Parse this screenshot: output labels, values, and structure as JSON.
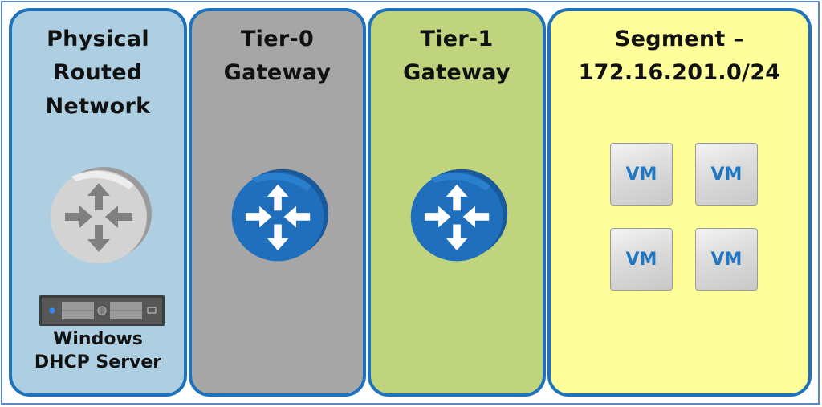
{
  "diagram": {
    "panels": [
      {
        "id": "physical",
        "title_lines": [
          "Physical",
          "Routed",
          "Network"
        ],
        "color": "#aecfe1",
        "icon": "router-gray-icon",
        "server": {
          "icon": "server-rack-icon",
          "label_lines": [
            "Windows",
            "DHCP Server"
          ]
        }
      },
      {
        "id": "tier0",
        "title_lines": [
          "Tier-0",
          "Gateway"
        ],
        "color": "#a6a6a6",
        "icon": "router-blue-icon"
      },
      {
        "id": "tier1",
        "title_lines": [
          "Tier-1",
          "Gateway"
        ],
        "color": "#bfd47c",
        "icon": "router-blue-icon"
      },
      {
        "id": "segment",
        "title_lines": [
          "Segment –",
          "172.16.201.0/24"
        ],
        "color": "#feff9b",
        "vms": [
          "VM",
          "VM",
          "VM",
          "VM"
        ]
      }
    ],
    "border_color": "#1f73bd",
    "router_blue": "#1f6fbd"
  }
}
